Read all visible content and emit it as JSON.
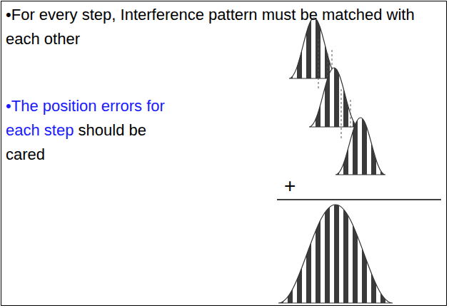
{
  "diagram": {
    "labels": [
      "•For every step, Interference pattern must be matched with each other",
      "•The position errors for each step",
      "should be cared",
      "+"
    ]
  }
}
